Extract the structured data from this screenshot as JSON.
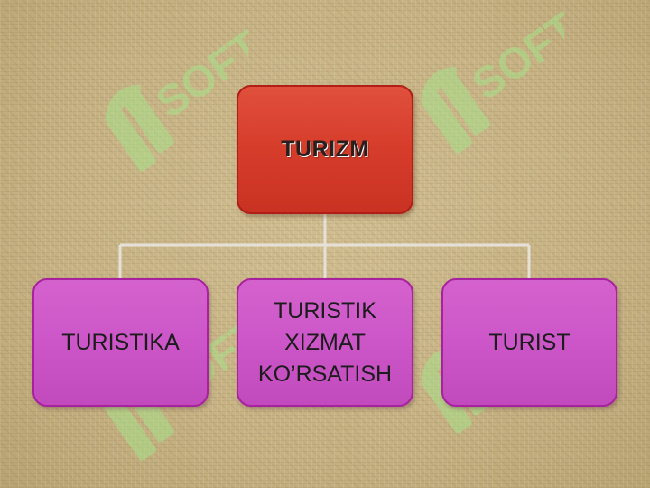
{
  "diagram": {
    "root": {
      "label": "TURIZM",
      "color": "#d63c2a"
    },
    "children": [
      {
        "lines": [
          "TURISTIKA"
        ]
      },
      {
        "lines": [
          "TURISTIK",
          "XIZMAT",
          "KO’RSATISH"
        ]
      },
      {
        "lines": [
          "TURIST"
        ]
      }
    ],
    "child_color": "#cc56c8",
    "connector_color": "#e6e1d8"
  },
  "watermark": {
    "text": "SOFT",
    "color": "#a7e28a"
  }
}
